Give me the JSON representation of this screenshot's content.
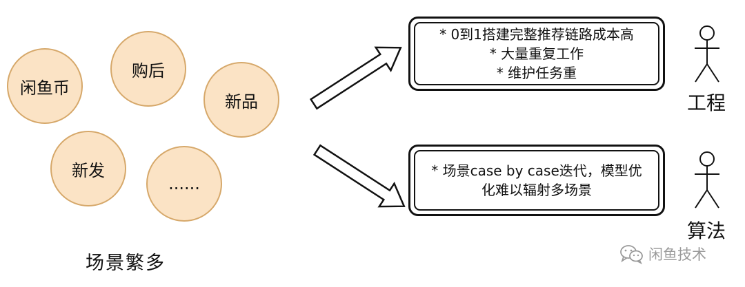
{
  "scenes": {
    "items": [
      {
        "label": "闲鱼币"
      },
      {
        "label": "购后"
      },
      {
        "label": "新品"
      },
      {
        "label": "新发"
      },
      {
        "label": "......"
      }
    ],
    "caption": "场景繁多"
  },
  "engineering": {
    "lines": [
      "* 0到1搭建完整推荐链路成本高",
      "* 大量重复工作",
      "* 维护任务重"
    ],
    "role": "工程"
  },
  "algorithm": {
    "lines": [
      "* 场景case by case迭代，模型优",
      "化难以辐射多场景"
    ],
    "role": "算法"
  },
  "watermark": {
    "text": "闲鱼技术",
    "icon": "wechat-icon"
  },
  "colors": {
    "circle_fill": "#fbe3c5",
    "circle_stroke": "#d6a86a",
    "stroke": "#111111",
    "watermark": "#9a9a9a"
  }
}
